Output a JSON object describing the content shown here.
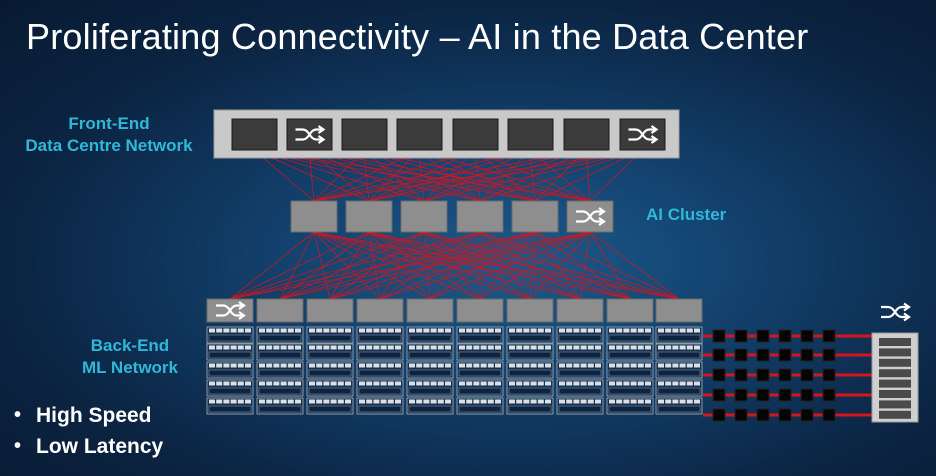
{
  "title": "Proliferating Connectivity – AI in the Data Center",
  "labels": {
    "front_end_line1": "Front-End",
    "front_end_line2": "Data Centre Network",
    "ai_cluster": "AI Cluster",
    "back_end_line1": "Back-End",
    "back_end_line2": "ML Network"
  },
  "bullets": [
    "High Speed",
    "Low Latency"
  ],
  "colors": {
    "link": "#d8141b",
    "switch_box": "#8a8a8a",
    "chassis": "#c9c9c9",
    "label": "#2fb8d8"
  }
}
